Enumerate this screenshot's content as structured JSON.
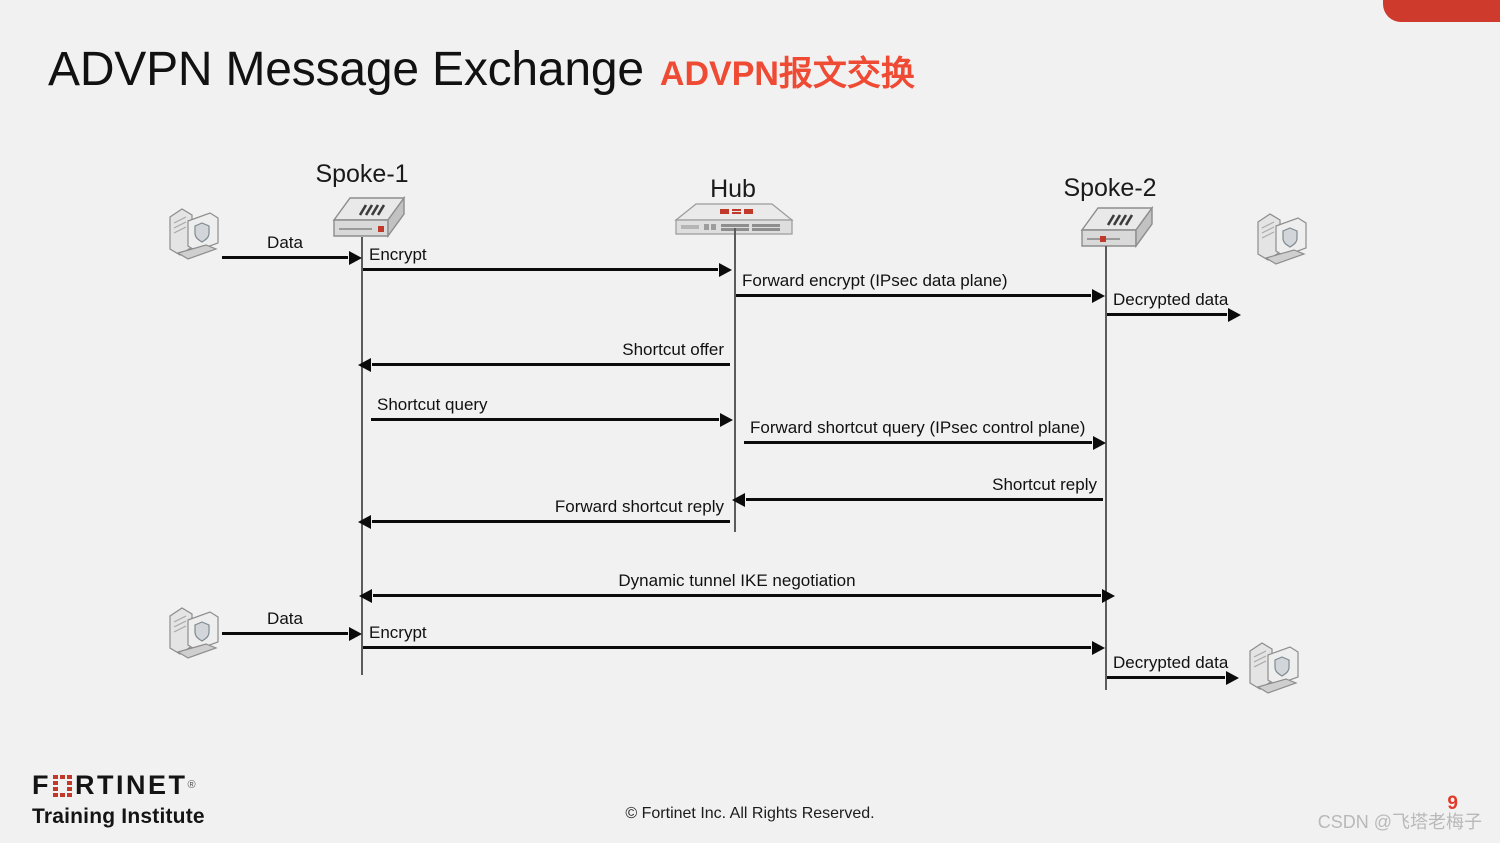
{
  "slide": {
    "title_en": "ADVPN Message Exchange",
    "title_cn": "ADVPN报文交换",
    "accent_red": "#ce3a2c",
    "background": "#f1f1f1"
  },
  "nodes": [
    {
      "id": "spoke1",
      "label": "Spoke-1",
      "icon": "firewall-appliance-icon"
    },
    {
      "id": "hub",
      "label": "Hub",
      "icon": "rackmount-firewall-icon"
    },
    {
      "id": "spoke2",
      "label": "Spoke-2",
      "icon": "firewall-appliance-icon"
    }
  ],
  "endpoints": [
    {
      "id": "pc-left-top",
      "icon": "desktop-pc-icon"
    },
    {
      "id": "pc-right-top",
      "icon": "desktop-pc-icon"
    },
    {
      "id": "pc-left-bottom",
      "icon": "desktop-pc-icon"
    },
    {
      "id": "pc-right-bottom",
      "icon": "desktop-pc-icon"
    }
  ],
  "messages": [
    {
      "id": "m1",
      "label": "Data",
      "direction": "right"
    },
    {
      "id": "m2",
      "label": "Encrypt",
      "direction": "right"
    },
    {
      "id": "m3",
      "label": "Forward encrypt (IPsec data plane)",
      "direction": "right"
    },
    {
      "id": "m4",
      "label": "Decrypted data",
      "direction": "right"
    },
    {
      "id": "m5",
      "label": "Shortcut offer",
      "direction": "left"
    },
    {
      "id": "m6",
      "label": "Shortcut query",
      "direction": "right"
    },
    {
      "id": "m7",
      "label": "Forward shortcut query (IPsec control plane)",
      "direction": "right"
    },
    {
      "id": "m8",
      "label": "Shortcut reply",
      "direction": "left"
    },
    {
      "id": "m9",
      "label": "Forward shortcut reply",
      "direction": "left"
    },
    {
      "id": "m10",
      "label": "Dynamic tunnel IKE negotiation",
      "direction": "both"
    },
    {
      "id": "m11",
      "label": "Data",
      "direction": "right"
    },
    {
      "id": "m12",
      "label": "Encrypt",
      "direction": "right"
    },
    {
      "id": "m13",
      "label": "Decrypted data",
      "direction": "right"
    }
  ],
  "footer": {
    "brand": "FORTINET",
    "brand_sub": "Training Institute",
    "registered_mark": "®",
    "copyright": "© Fortinet Inc. All Rights Reserved.",
    "page_number": "9",
    "watermark": "CSDN @飞塔老梅子"
  }
}
